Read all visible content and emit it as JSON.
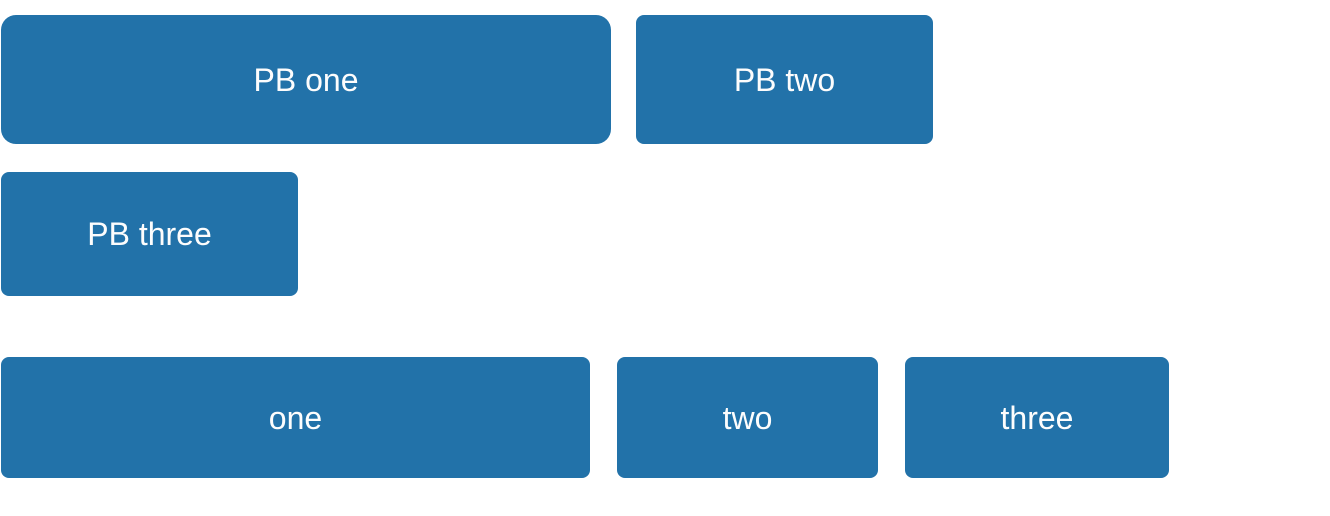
{
  "colors": {
    "page_background": "#FFFFFF",
    "button_background": "#2272A9",
    "button_text": "#FDFDFD"
  },
  "button_rows": [
    {
      "buttons": [
        {
          "label": "PB one"
        },
        {
          "label": "PB two"
        }
      ]
    },
    {
      "buttons": [
        {
          "label": "PB three"
        }
      ]
    },
    {
      "buttons": [
        {
          "label": "one"
        },
        {
          "label": "two"
        },
        {
          "label": "three"
        }
      ]
    }
  ]
}
